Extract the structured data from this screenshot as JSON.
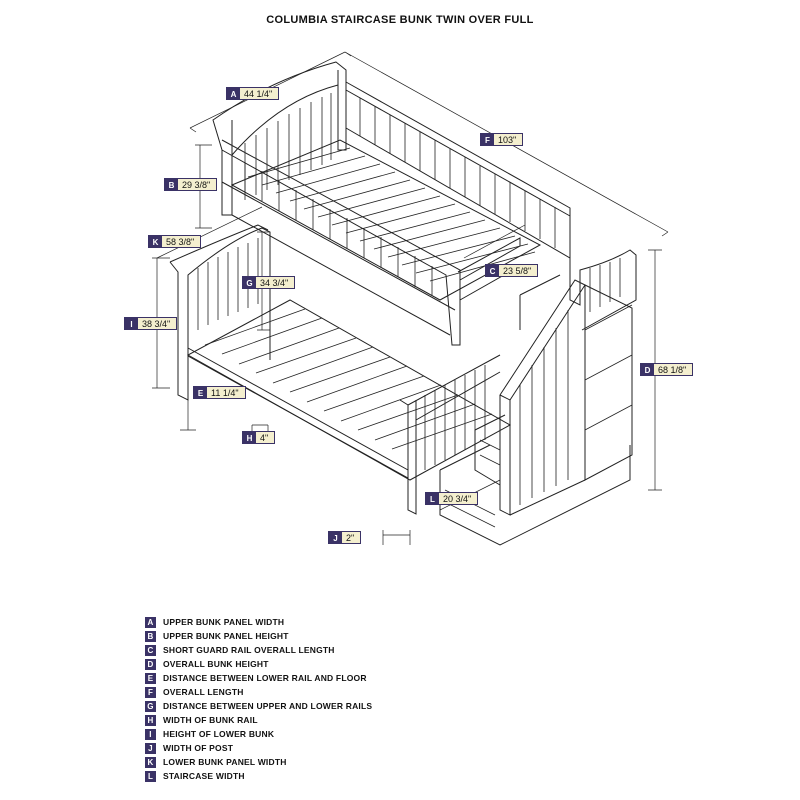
{
  "title": "COLUMBIA STAIRCASE BUNK TWIN OVER FULL",
  "callouts": [
    {
      "key": "A",
      "value": "44 1/4\""
    },
    {
      "key": "B",
      "value": "29 3/8\""
    },
    {
      "key": "C",
      "value": "23 5/8\""
    },
    {
      "key": "D",
      "value": "68 1/8\""
    },
    {
      "key": "E",
      "value": "11 1/4\""
    },
    {
      "key": "F",
      "value": "103\""
    },
    {
      "key": "G",
      "value": "34 3/4\""
    },
    {
      "key": "H",
      "value": "4\""
    },
    {
      "key": "I",
      "value": "38 3/4\""
    },
    {
      "key": "J",
      "value": "2\""
    },
    {
      "key": "K",
      "value": "58 3/8\""
    },
    {
      "key": "L",
      "value": "20 3/4\""
    }
  ],
  "legend": [
    {
      "key": "A",
      "label": "UPPER BUNK PANEL WIDTH"
    },
    {
      "key": "B",
      "label": "UPPER BUNK PANEL HEIGHT"
    },
    {
      "key": "C",
      "label": "SHORT GUARD RAIL OVERALL LENGTH"
    },
    {
      "key": "D",
      "label": "OVERALL BUNK HEIGHT"
    },
    {
      "key": "E",
      "label": "DISTANCE BETWEEN LOWER RAIL AND FLOOR"
    },
    {
      "key": "F",
      "label": "OVERALL LENGTH"
    },
    {
      "key": "G",
      "label": "DISTANCE BETWEEN UPPER AND LOWER RAILS"
    },
    {
      "key": "H",
      "label": "WIDTH OF BUNK RAIL"
    },
    {
      "key": "I",
      "label": "HEIGHT OF LOWER BUNK"
    },
    {
      "key": "J",
      "label": "WIDTH OF POST"
    },
    {
      "key": "K",
      "label": "LOWER BUNK PANEL WIDTH"
    },
    {
      "key": "L",
      "label": "STAIRCASE WIDTH"
    }
  ]
}
